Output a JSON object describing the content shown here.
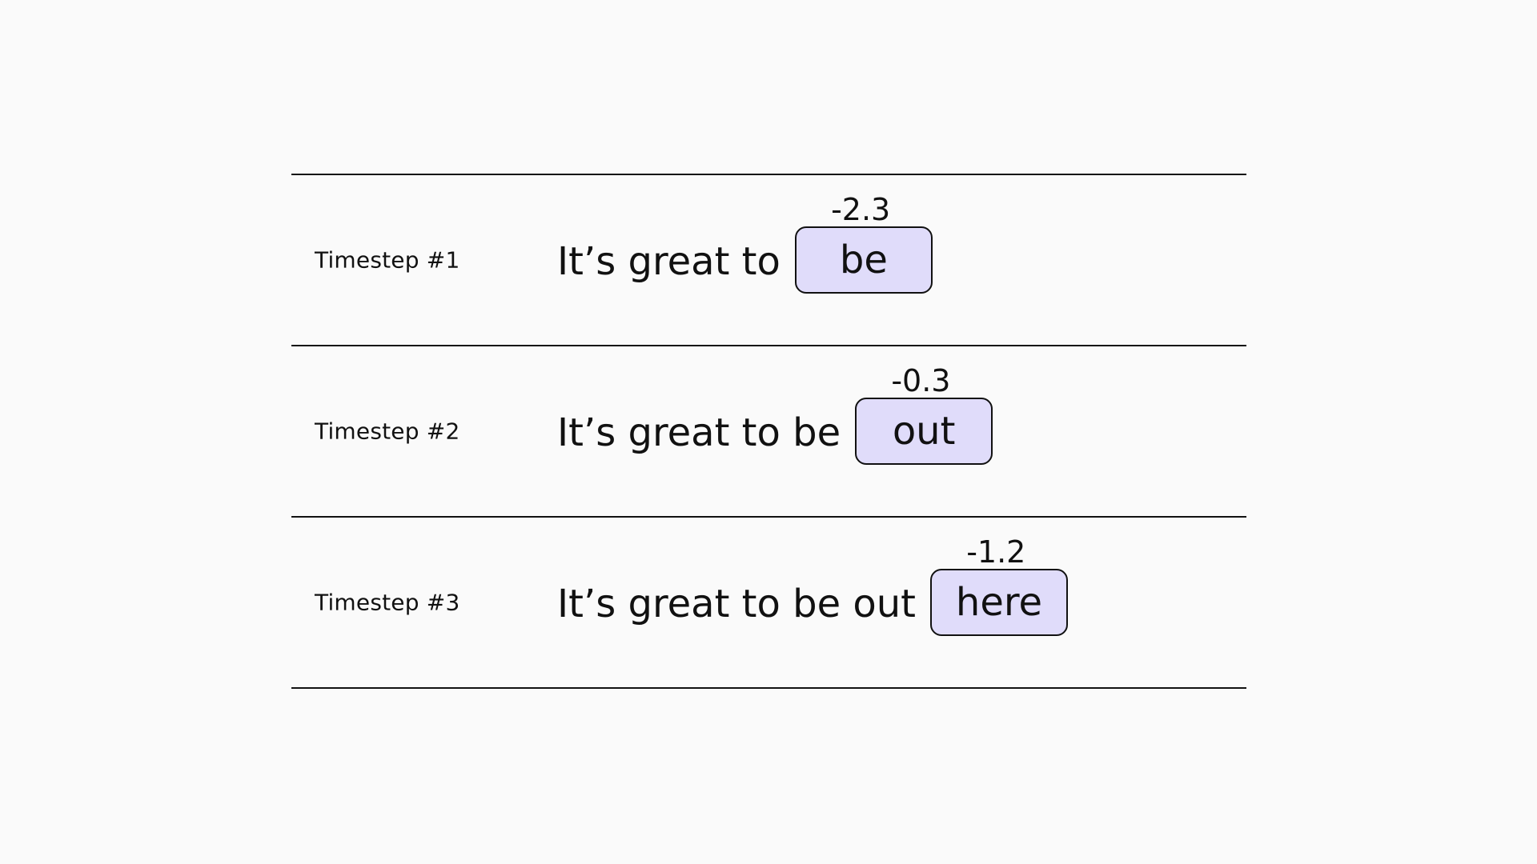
{
  "rows": [
    {
      "label": "Timestep #1",
      "prefix": "It’s great to",
      "token": "be",
      "score": "-2.3"
    },
    {
      "label": "Timestep #2",
      "prefix": "It’s great to be",
      "token": "out",
      "score": "-0.3"
    },
    {
      "label": "Timestep #3",
      "prefix": "It’s great to be out",
      "token": "here",
      "score": "-1.2"
    }
  ],
  "colors": {
    "token_fill": "#e0dcfa",
    "line": "#111111",
    "background": "#fafafa"
  }
}
